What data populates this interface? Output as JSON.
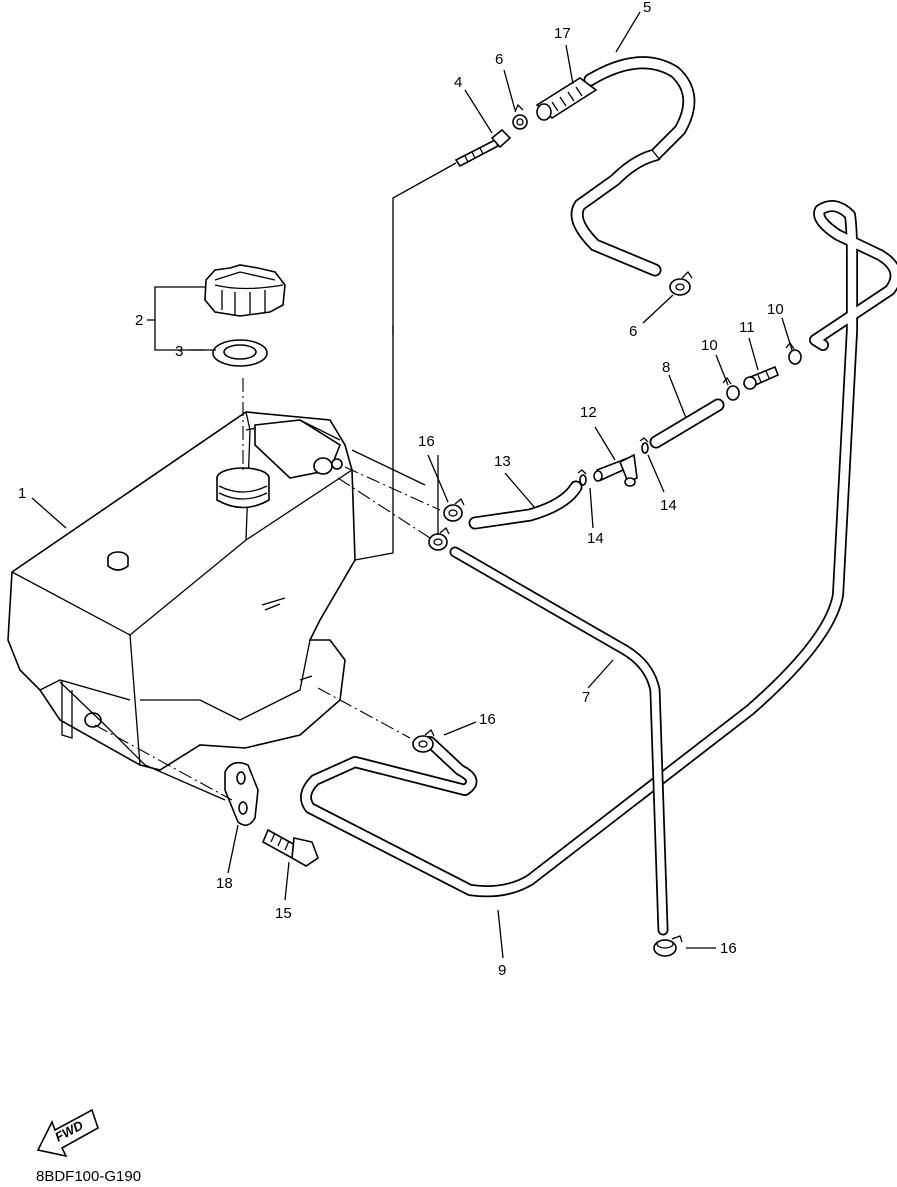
{
  "labels": {
    "p1": "1",
    "p2": "2",
    "p3": "3",
    "p4": "4",
    "p5": "5",
    "p6a": "6",
    "p6b": "6",
    "p7": "7",
    "p8": "8",
    "p9": "9",
    "p10a": "10",
    "p10b": "10",
    "p11": "11",
    "p12": "12",
    "p13": "13",
    "p14a": "14",
    "p14b": "14",
    "p15": "15",
    "p16a": "16",
    "p16b": "16",
    "p16c": "16",
    "p17": "17",
    "p18": "18"
  },
  "fwd_label": "FWD",
  "diagram_code": "8BDF100-G190"
}
